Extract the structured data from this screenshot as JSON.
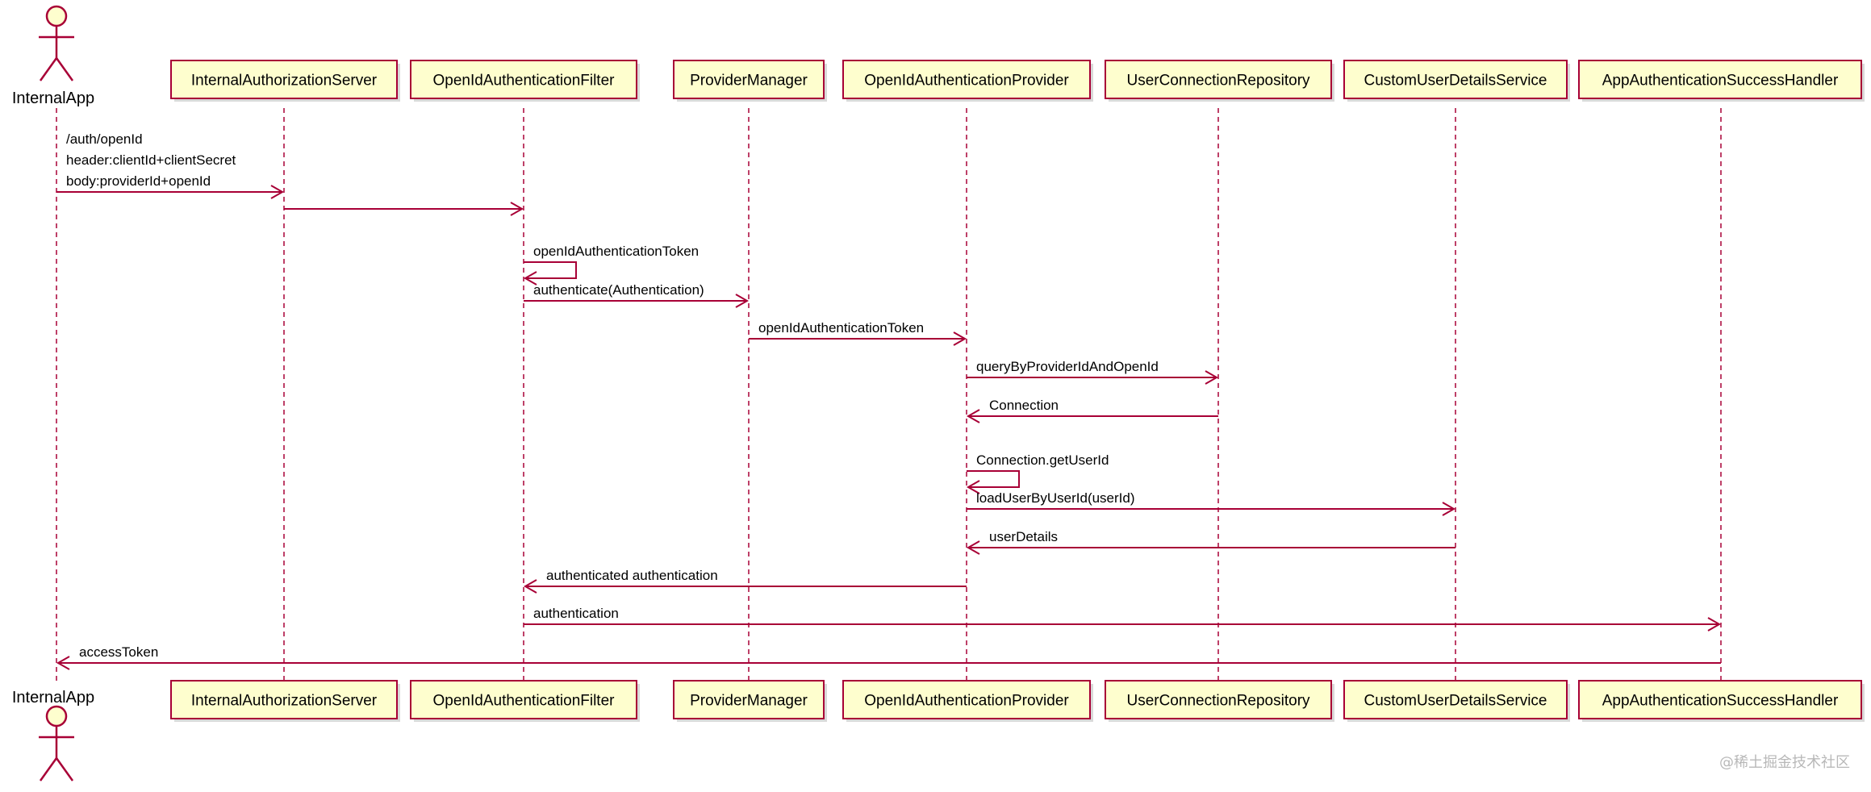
{
  "colors": {
    "box_fill": "#FEFECE",
    "box_stroke": "#A80036",
    "arrow": "#A80036",
    "lifeline": "#A80036",
    "text": "#000000",
    "watermark": "#b8b8b8"
  },
  "actor": {
    "name": "InternalApp",
    "icon": "stick-figure-actor-icon"
  },
  "participants": [
    "InternalAuthorizationServer",
    "OpenIdAuthenticationFilter",
    "ProviderManager",
    "OpenIdAuthenticationProvider",
    "UserConnectionRepository",
    "CustomUserDetailsService",
    "AppAuthenticationSuccessHandler"
  ],
  "messages": [
    {
      "from": 0,
      "to": 1,
      "label": [
        "/auth/openId",
        " header:clientId+clientSecret",
        " body:providerId+openId"
      ]
    },
    {
      "from": 1,
      "to": 2,
      "label": []
    },
    {
      "from": 2,
      "to": 2,
      "label": [
        "openIdAuthenticationToken"
      ]
    },
    {
      "from": 2,
      "to": 3,
      "label": [
        "authenticate(Authentication)"
      ]
    },
    {
      "from": 3,
      "to": 4,
      "label": [
        "openIdAuthenticationToken"
      ]
    },
    {
      "from": 4,
      "to": 5,
      "label": [
        "queryByProviderIdAndOpenId"
      ]
    },
    {
      "from": 5,
      "to": 4,
      "label": [
        "Connection"
      ]
    },
    {
      "from": 4,
      "to": 4,
      "label": [
        "Connection.getUserId"
      ]
    },
    {
      "from": 4,
      "to": 6,
      "label": [
        "loadUserByUserId(userId)"
      ]
    },
    {
      "from": 6,
      "to": 4,
      "label": [
        "userDetails"
      ]
    },
    {
      "from": 4,
      "to": 2,
      "label": [
        "authenticated authentication"
      ]
    },
    {
      "from": 2,
      "to": 7,
      "label": [
        "authentication"
      ]
    },
    {
      "from": 7,
      "to": 0,
      "label": [
        "accessToken"
      ]
    }
  ],
  "watermark": "@稀土掘金技术社区"
}
